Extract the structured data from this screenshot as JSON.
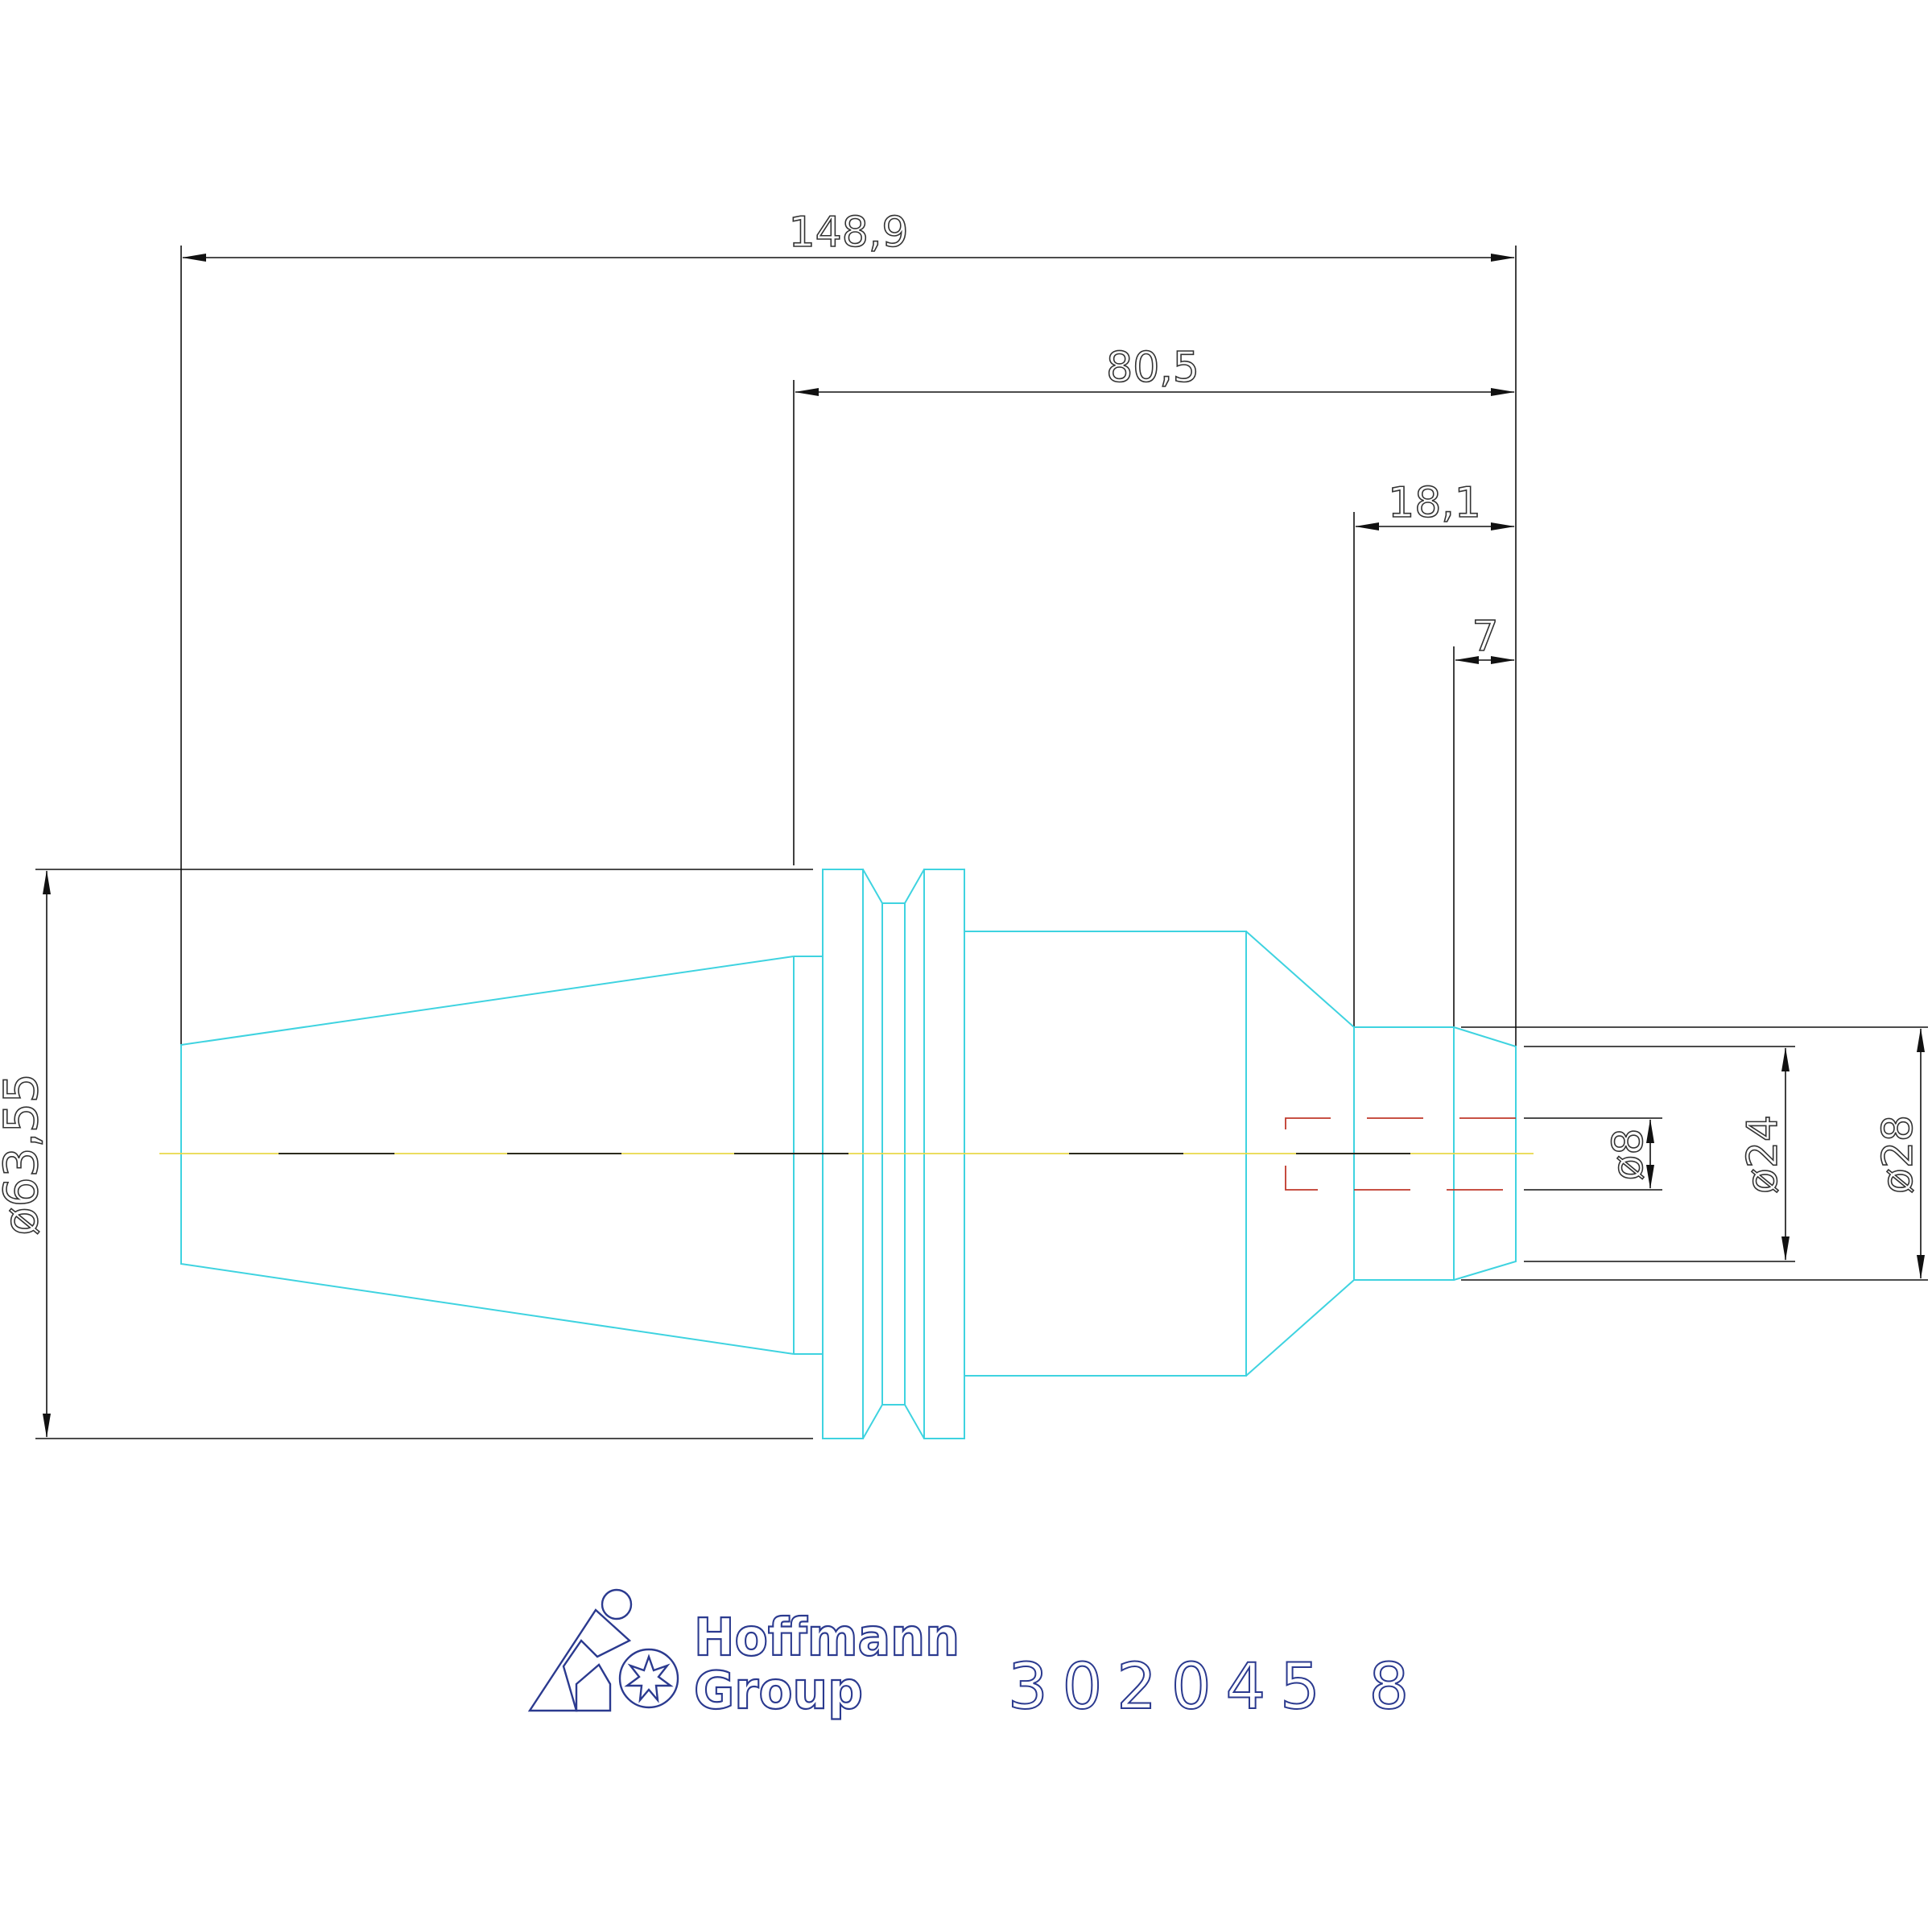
{
  "colors": {
    "dimension": "#111111",
    "outline": "#3fd3e0",
    "centerline": "#e8d84a",
    "hidden": "#c0392b",
    "logo": "#2b3a8f"
  },
  "dimensions": {
    "overall_length": "148,9",
    "gauge_length": "80,5",
    "shank_length": "18,1",
    "chamfer_length": "7",
    "flange_diameter": "ø63,55",
    "bore_diameter": "ø8",
    "shank_diameter_small": "ø24",
    "shank_diameter_large": "ø28"
  },
  "logo": {
    "line1": "Hoffmann",
    "line2": "Group"
  },
  "part_number": "302045 8"
}
